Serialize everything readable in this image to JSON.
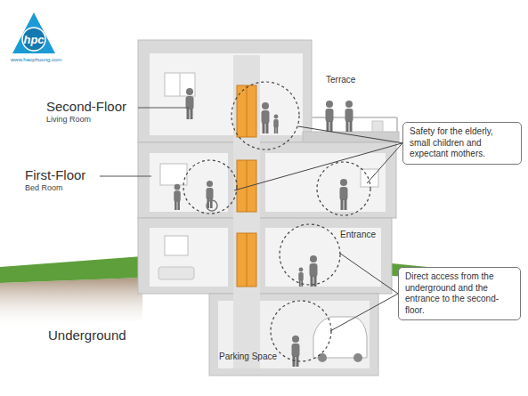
{
  "diagram": {
    "nodes": [
      {
        "text": [
          "Safety for the elderly, small children and expectant mothers."
        ]
      },
      {
        "text": [
          "Direct access from the underground and the entrance to the second-floor."
        ]
      }
    ],
    "labels": [
      "hpc",
      "www.haophuong.com",
      "Second-Floor",
      "Living Room",
      "Terrace",
      "First-Floor",
      "Bed Room",
      "Entrance",
      "Underground",
      "Parking Space"
    ]
  }
}
